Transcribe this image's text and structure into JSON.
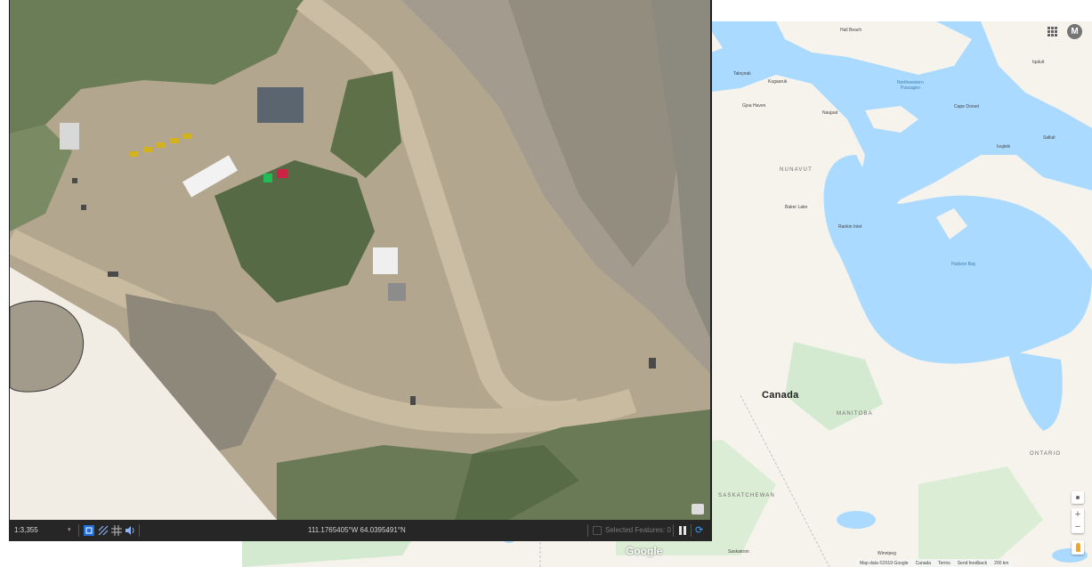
{
  "arcgis": {
    "scale": "1:3,355",
    "coordinates": "111.1765405°W 64.0395491°N",
    "selected_features": "Selected Features: 0",
    "icons": {
      "scale_dropdown": "chevron-down-icon",
      "snapping": "snapping-icon",
      "grid": "grid-icon",
      "constraints": "constraints-icon",
      "sound": "sound-icon",
      "coords_dropdown": "chevron-down-icon",
      "selection": "selection-icon",
      "pause": "pause-icon",
      "refresh": "refresh-icon",
      "layer": "layer-list-icon"
    }
  },
  "google_map": {
    "labels": {
      "hall_beach": "Hall Beach",
      "northwestern_passages": "Northwestern\nPassages",
      "taloyoak": "Taloyoak",
      "kugaaruk": "Kugaaruk",
      "gjoa_haven": "Gjoa Haven",
      "naujaat": "Naujaat",
      "cape_dorset": "Cape Dorset",
      "iqaluit": "Iqaluit",
      "salluit": "Salluit",
      "ivujivik": "Ivujivik",
      "nunavut": "NUNAVUT",
      "baker_lake": "Baker Lake",
      "rankin_inlet": "Rankin Inlet",
      "hudson_bay": "Hudson Bay",
      "canada": "Canada",
      "manitoba": "MANITOBA",
      "ontario": "ONTARIO",
      "saskatchewan": "SASKATCHEWAN",
      "saskatoon": "Saskatoon",
      "winnipeg": "Winnipeg"
    },
    "google_logo": "Google",
    "avatar_letter": "M",
    "attribution": {
      "map_data": "Map data ©2019 Google",
      "region": "Canada",
      "terms": "Terms",
      "feedback": "Send feedback",
      "scale": "200 km"
    },
    "zoom_in": "+",
    "zoom_out": "−",
    "colors": {
      "water": "#aadaff",
      "land": "#f5f3ec",
      "park": "#c8e6c9"
    }
  }
}
